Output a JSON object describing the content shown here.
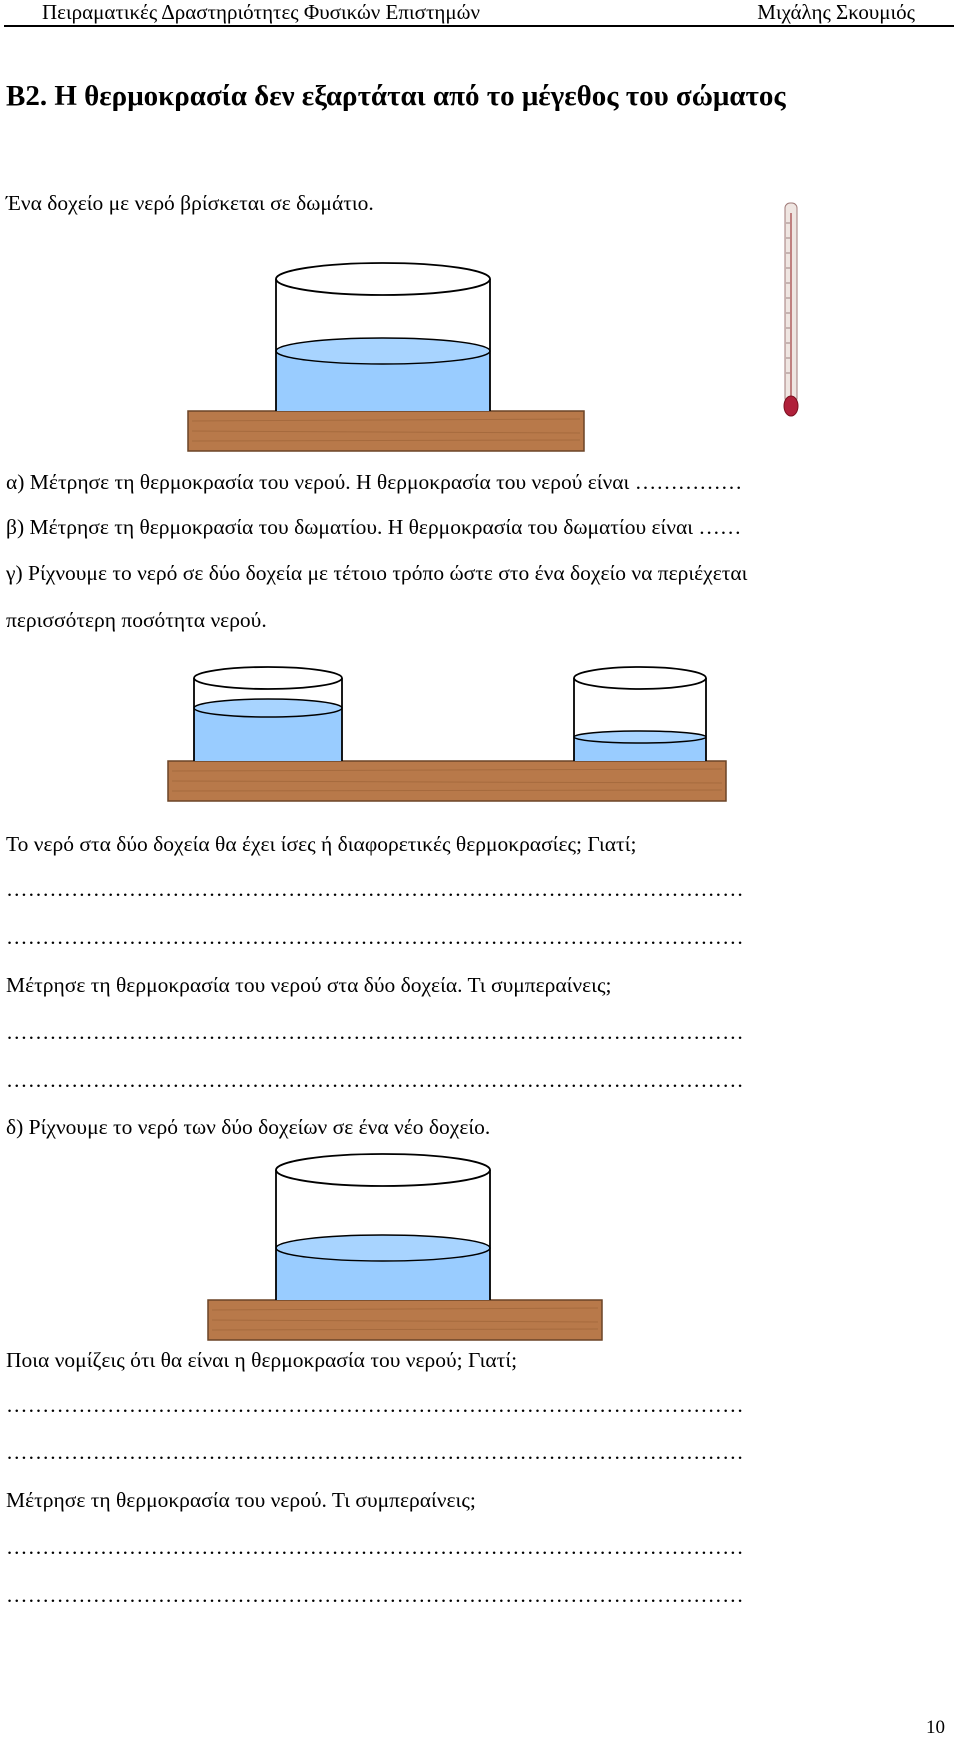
{
  "header": {
    "left": "Πειραματικές Δραστηριότητες Φυσικών Επιστημών",
    "right": "Μιχάλης Σκουμιός"
  },
  "title": "Β2. Η θερμοκρασία δεν εξαρτάται από το μέγεθος του σώματος",
  "intro": "Ένα δοχείο με νερό βρίσκεται σε δωμάτιο.",
  "q_a": "α) Μέτρησε τη θερμοκρασία του νερού. Η θερμοκρασία του νερού είναι ……………",
  "q_b": "β) Μέτρησε τη θερμοκρασία του δωματίου. Η θερμοκρασία του δωματίου είναι ……",
  "q_c_line1": "γ) Ρίχνουμε το νερό σε δύο δοχεία με τέτοιο τρόπο ώστε στο ένα δοχείο να περιέχεται",
  "q_c_line2": "περισσότερη ποσότητα νερού.",
  "q_c_question": "Το νερό στα δύο δοχεία θα έχει ίσες ή διαφορετικές θερμοκρασίες; Γιατί;",
  "q_c_measure": "Μέτρησε τη θερμοκρασία του νερού στα δύο δοχεία. Τι συμπεραίνεις;",
  "q_d": "δ) Ρίχνουμε το νερό των δύο δοχείων σε ένα νέο δοχείο.",
  "q_d_question": "Ποια νομίζεις ότι θα είναι η θερμοκρασία του νερού; Γιατί;",
  "q_d_measure": "Μέτρησε τη θερμοκρασία του νερού. Τι συμπεραίνεις;",
  "answer_line": "…………………………………………………………………………………………",
  "page_number": "10",
  "colors": {
    "water": "#99ccff",
    "wood": "#b8794a",
    "thermometer_bulb": "#b0203a"
  }
}
